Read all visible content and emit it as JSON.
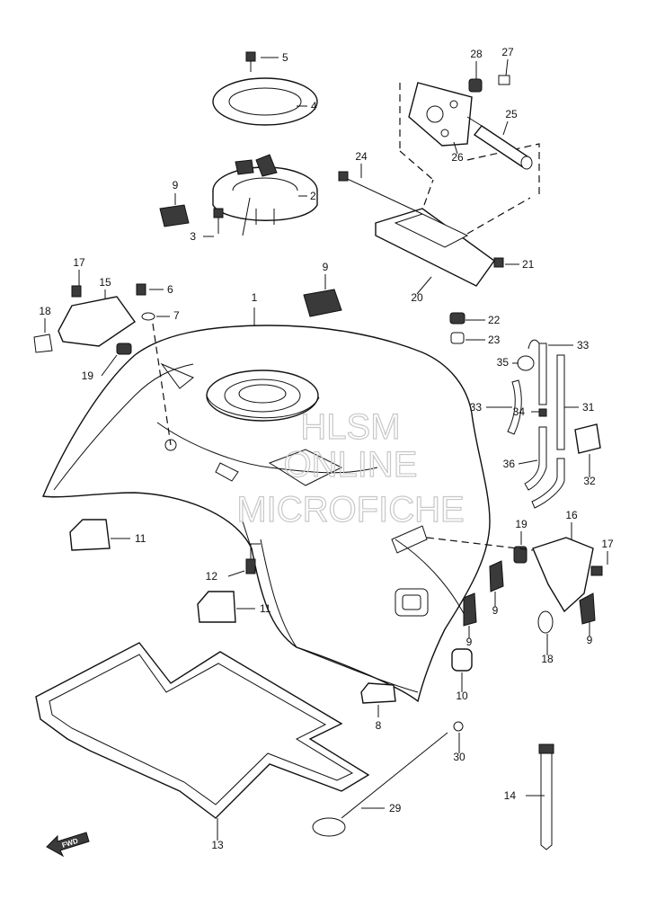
{
  "diagram": {
    "callouts": [
      {
        "label": "1"
      },
      {
        "label": "2"
      },
      {
        "label": "3"
      },
      {
        "label": "4"
      },
      {
        "label": "5"
      },
      {
        "label": "6"
      },
      {
        "label": "7"
      },
      {
        "label": "8"
      },
      {
        "label": "9"
      },
      {
        "label": "9"
      },
      {
        "label": "9"
      },
      {
        "label": "9"
      },
      {
        "label": "9"
      },
      {
        "label": "10"
      },
      {
        "label": "11"
      },
      {
        "label": "11"
      },
      {
        "label": "12"
      },
      {
        "label": "13"
      },
      {
        "label": "14"
      },
      {
        "label": "15"
      },
      {
        "label": "16"
      },
      {
        "label": "17"
      },
      {
        "label": "17"
      },
      {
        "label": "18"
      },
      {
        "label": "18"
      },
      {
        "label": "19"
      },
      {
        "label": "19"
      },
      {
        "label": "20"
      },
      {
        "label": "21"
      },
      {
        "label": "22"
      },
      {
        "label": "23"
      },
      {
        "label": "24"
      },
      {
        "label": "25"
      },
      {
        "label": "26"
      },
      {
        "label": "27"
      },
      {
        "label": "28"
      },
      {
        "label": "29"
      },
      {
        "label": "30"
      },
      {
        "label": "31"
      },
      {
        "label": "32"
      },
      {
        "label": "33"
      },
      {
        "label": "33"
      },
      {
        "label": "34"
      },
      {
        "label": "35"
      },
      {
        "label": "36"
      }
    ],
    "watermark": {
      "line1": "HLSM",
      "line2": "ONLINE",
      "line3": "MICROFICHE"
    },
    "fwd_badge": "FWD"
  }
}
